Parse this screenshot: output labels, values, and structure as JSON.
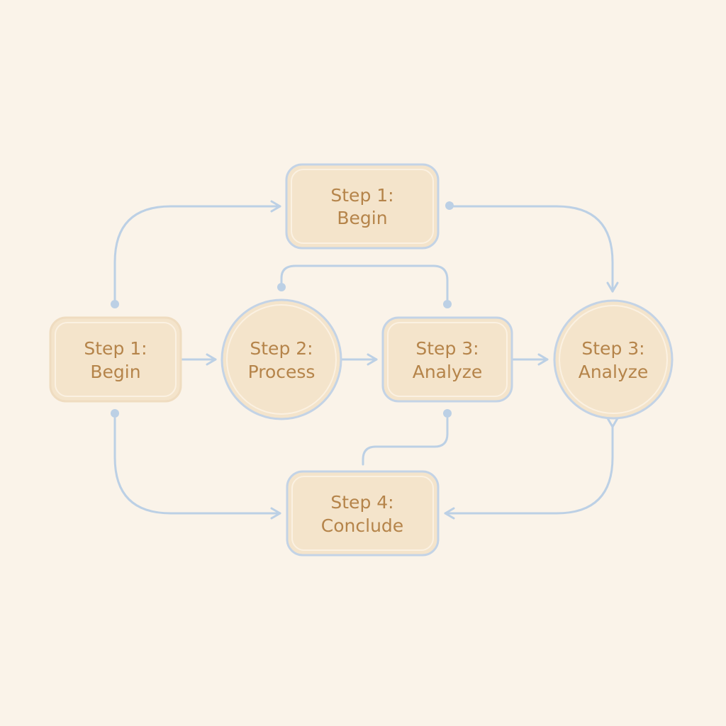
{
  "colors": {
    "background": "#faf3e9",
    "node_fill": "#f4e4cb",
    "node_border_blue": "#c3d3e6",
    "node_border_beige": "#efdcc0",
    "connector": "#bcd0e5",
    "label_text": "#b5844a"
  },
  "nodes": {
    "top_begin": {
      "line1": "Step 1:",
      "line2": "Begin"
    },
    "left_begin": {
      "line1": "Step 1:",
      "line2": "Begin"
    },
    "process": {
      "line1": "Step 2:",
      "line2": "Process"
    },
    "analyze_box": {
      "line1": "Step 3:",
      "line2": "Analyze"
    },
    "analyze_circle": {
      "line1": "Step 3:",
      "line2": "Analyze"
    },
    "conclude": {
      "line1": "Step 4:",
      "line2": "Conclude"
    }
  }
}
